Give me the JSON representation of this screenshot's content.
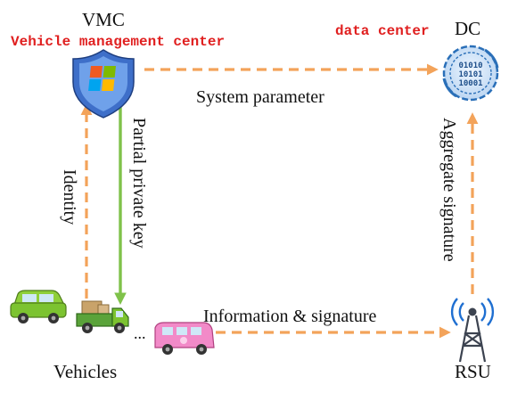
{
  "nodes": {
    "vmc": {
      "label": "VMC",
      "annotation": "Vehicle management center"
    },
    "dc": {
      "label": "DC",
      "annotation": "data center",
      "icon": "binary-globe-icon",
      "binary_rows": [
        "01010",
        "10101",
        "10001"
      ]
    },
    "rsu": {
      "label": "RSU",
      "icon": "radio-tower-icon"
    },
    "vehicles": {
      "label": "Vehicles",
      "ellipsis": "..."
    }
  },
  "edges": {
    "system_parameter": "System parameter",
    "identity": "Identity",
    "partial_private_key": "Partial private key",
    "aggregate_signature": "Aggregate signature",
    "information_signature": "Information & signature"
  },
  "colors": {
    "dashed_arrow": "#f3a35a",
    "solid_arrow": "#7fc24a",
    "annotation_text": "#e02020",
    "dc_icon": "#2a6fb8"
  }
}
